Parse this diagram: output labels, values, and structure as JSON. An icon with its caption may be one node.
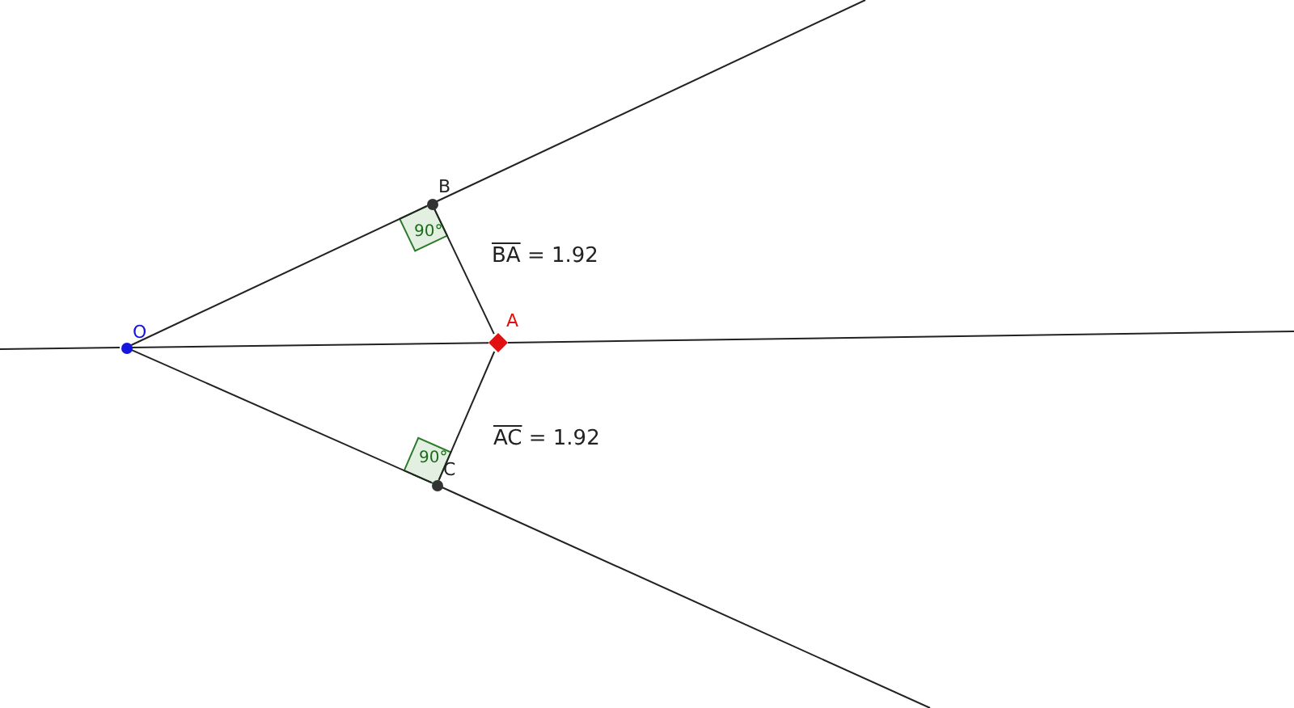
{
  "diagram": {
    "nodes": [
      {
        "text": [
          "O"
        ]
      },
      {
        "text": [
          "B"
        ]
      },
      {
        "text": [
          "A"
        ]
      },
      {
        "text": [
          "C"
        ]
      }
    ],
    "edges": [
      {
        "from": 0,
        "to": 1,
        "arrow": "none"
      },
      {
        "from": 0,
        "to": 2,
        "arrow": "none"
      },
      {
        "from": 0,
        "to": 3,
        "arrow": "none"
      },
      {
        "from": 1,
        "to": 2,
        "arrow": "none"
      },
      {
        "from": 2,
        "to": 3,
        "arrow": "none"
      }
    ],
    "labels": [
      "90°",
      "BA = 1.92",
      "90°",
      "AC = 1.92"
    ]
  }
}
